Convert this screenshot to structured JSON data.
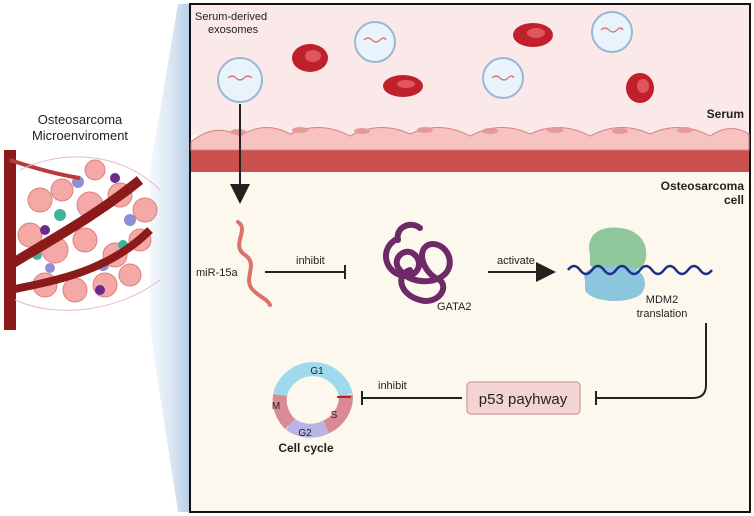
{
  "microenvironment": {
    "title_line1": "Osteosarcoma",
    "title_line2": "Microenviroment"
  },
  "serum": {
    "exosome_label_line1": "Serum-derived",
    "exosome_label_line2": "exosomes",
    "region_label": "Serum"
  },
  "cell": {
    "region_label_line1": "Osteosarcoma",
    "region_label_line2": "cell"
  },
  "pathway": {
    "mirna_label": "miR-15a",
    "inhibit1_label": "inhibit",
    "gata2_label": "GATA2",
    "activate_label": "activate",
    "mdm2_line1": "MDM2",
    "mdm2_line2": "translation",
    "p53_label": "p53 payhway",
    "inhibit2_label": "inhibit"
  },
  "cell_cycle": {
    "title": "Cell cycle",
    "phase_g1": "G1",
    "phase_s": "S",
    "phase_g2": "G2",
    "phase_m": "M"
  },
  "colors": {
    "serum_bg": "#fbe8e8",
    "cell_bg": "#fdf8ee",
    "membrane": "#c9504f",
    "rbc": "#c0202c",
    "vessel": "#8b1a1a",
    "p53_box": "#f3d4d3",
    "cycle_cyan": "#9fd9ec",
    "cycle_pink": "#d98a94",
    "gata2": "#6d2a67"
  }
}
